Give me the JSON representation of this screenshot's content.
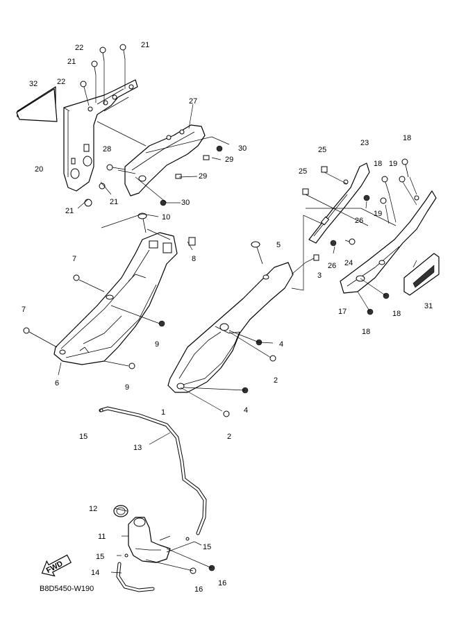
{
  "diagram_code": "B8D5450-W190",
  "fwd_label": "FWD",
  "labels": [
    {
      "id": "l22a",
      "text": "22"
    },
    {
      "id": "l21a",
      "text": "21"
    },
    {
      "id": "l21b",
      "text": "21"
    },
    {
      "id": "l22b",
      "text": "22"
    },
    {
      "id": "l32",
      "text": "32"
    },
    {
      "id": "l27",
      "text": "27"
    },
    {
      "id": "l28",
      "text": "28"
    },
    {
      "id": "l30a",
      "text": "30"
    },
    {
      "id": "l29a",
      "text": "29"
    },
    {
      "id": "l29b",
      "text": "29"
    },
    {
      "id": "l30b",
      "text": "30"
    },
    {
      "id": "l20",
      "text": "20"
    },
    {
      "id": "l21c",
      "text": "21"
    },
    {
      "id": "l21d",
      "text": "21"
    },
    {
      "id": "l25a",
      "text": "25"
    },
    {
      "id": "l23",
      "text": "23"
    },
    {
      "id": "l18a",
      "text": "18"
    },
    {
      "id": "l18b",
      "text": "18"
    },
    {
      "id": "l19a",
      "text": "19"
    },
    {
      "id": "l25b",
      "text": "25"
    },
    {
      "id": "l26a",
      "text": "26"
    },
    {
      "id": "l19b",
      "text": "19"
    },
    {
      "id": "l10",
      "text": "10"
    },
    {
      "id": "l8",
      "text": "8"
    },
    {
      "id": "l5",
      "text": "5"
    },
    {
      "id": "l26b",
      "text": "26"
    },
    {
      "id": "l24",
      "text": "24"
    },
    {
      "id": "l3",
      "text": "3"
    },
    {
      "id": "l7a",
      "text": "7"
    },
    {
      "id": "l7b",
      "text": "7"
    },
    {
      "id": "l17",
      "text": "17"
    },
    {
      "id": "l18c",
      "text": "18"
    },
    {
      "id": "l31",
      "text": "31"
    },
    {
      "id": "l18d",
      "text": "18"
    },
    {
      "id": "l9a",
      "text": "9"
    },
    {
      "id": "l4a",
      "text": "4"
    },
    {
      "id": "l6",
      "text": "6"
    },
    {
      "id": "l9b",
      "text": "9"
    },
    {
      "id": "l2a",
      "text": "2"
    },
    {
      "id": "l1",
      "text": "1"
    },
    {
      "id": "l4b",
      "text": "4"
    },
    {
      "id": "l2b",
      "text": "2"
    },
    {
      "id": "l15a",
      "text": "15"
    },
    {
      "id": "l13",
      "text": "13"
    },
    {
      "id": "l12",
      "text": "12"
    },
    {
      "id": "l11",
      "text": "11"
    },
    {
      "id": "l15b",
      "text": "15"
    },
    {
      "id": "l15c",
      "text": "15"
    },
    {
      "id": "l14",
      "text": "14"
    },
    {
      "id": "l16a",
      "text": "16"
    },
    {
      "id": "l16b",
      "text": "16"
    }
  ]
}
